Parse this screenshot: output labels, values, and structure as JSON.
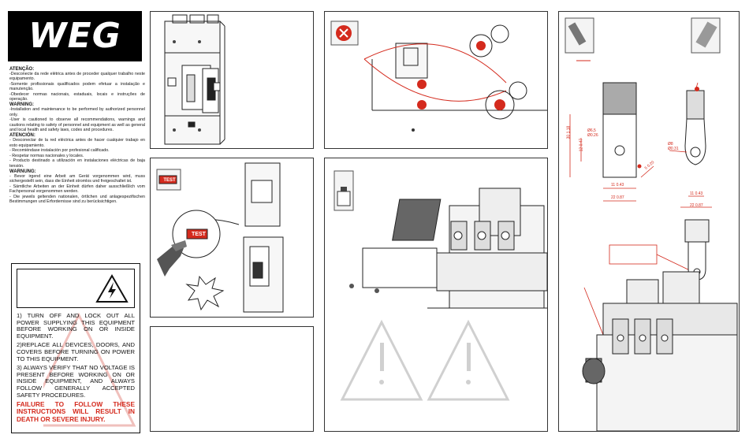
{
  "brand": {
    "logo_text": "WEG"
  },
  "warnings": [
    {
      "heading": "ATENÇÃO:",
      "lines": [
        "-Desconecte da rede elétrica antes de proceder qualquer trabalho neste equipamento.",
        "-Somente profissionais qualificados podem efetuar a instalação e manutenção.",
        "-Obedecer normas nacionais, estaduais, locais e instruções de operação."
      ]
    },
    {
      "heading": "WARNING:",
      "lines": [
        "-Installation and maintenance to be performed by authorized personnel only.",
        "-User is cautioned to observe all recommendations, warnings and cautions relating to safety of personnel and equipment as well as general and local health and safety laws, codes and procedures."
      ]
    },
    {
      "heading": "ATENCIÓN:",
      "lines": [
        "- Desconectar de la red eléctrica antes de hacer cualquier trabajo en esto equipamiento.",
        "- Recomiéndase instalación por profesional calificado.",
        "- Respetar normas nacionales y locales.",
        "- Producto destinado a utilización en instalaciones eléctricas de baja tensión."
      ]
    },
    {
      "heading": "WARNUNG:",
      "lines": [
        "- Bevor irgend eine Arbeit am Gerät vorgenommen wird, muss sichergestellt sein, dass die Einheit stromlos und freigeschaltet ist.",
        "- Sämtliche Arbeiten an der Einheit dürfen daher ausschließlich vom Fachpersonal vorgenommen werden.",
        "- Die jeweils geltenden nationalen, örtlichen und anlagespezifischen Bestimmungen und Erfordernisse sind zu berücksichtigen."
      ]
    }
  ],
  "safety_box": {
    "items": [
      "1) TURN OFF AND LOCK OUT ALL POWER SUPPLYING THIS EQUIPMENT BEFORE WORKING ON OR INSIDE EQUIPMENT.",
      "2)REPLACE ALL DEVICES, DOORS, AND COVERS BEFORE TURNING ON POWER TO THIS EQUIPMENT.",
      "3) ALWAYS VERIFY THAT NO VOLTAGE IS PRESENT BEFORE WORKING ON OR INSIDE EQUIPMENT, AND ALWAYS FOLLOW GENERALLY ACCEPTED SAFETY PROCEDURES."
    ],
    "final_warning": "FAILURE TO FOLLOW THESE INSTRUCTIONS WILL RESULT IN DEATH OR SEVERE INJURY."
  },
  "test_button_label": "TEST",
  "dimensions": {
    "bar": {
      "hole": "Ø6,5",
      "hole_in": "Ø0.26",
      "a": "11",
      "a_in": "0.43",
      "b": "22",
      "b_in": "0.87",
      "c": "5",
      "c_in": "0.20",
      "d": "30",
      "d_in": "1.18",
      "e": "12",
      "e_in": "0.47"
    },
    "lug": {
      "hole": "Ø8",
      "hole_in": "Ø0.31",
      "a": "11",
      "a_in": "0.43",
      "b": "22",
      "b_in": "0.87"
    }
  },
  "colors": {
    "accent_red": "#d42a1d",
    "line": "#222222"
  }
}
